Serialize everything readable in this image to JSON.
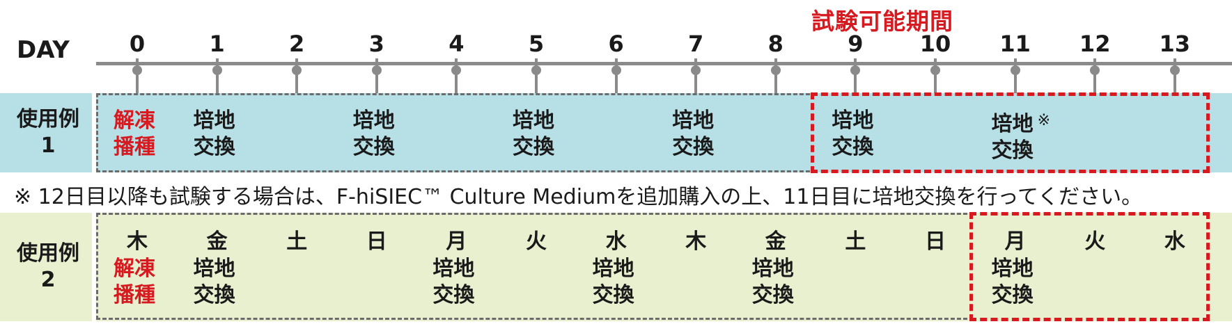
{
  "axis": {
    "label": "DAY",
    "days": [
      "0",
      "1",
      "2",
      "3",
      "4",
      "5",
      "6",
      "7",
      "8",
      "9",
      "10",
      "11",
      "12",
      "13"
    ]
  },
  "period_label": "試験可能期間",
  "example1": {
    "label_line1": "使用例",
    "label_line2": "1",
    "cells": [
      {
        "day": 0,
        "line1": "解凍",
        "line2": "播種",
        "color": "#d71920",
        "star": ""
      },
      {
        "day": 1,
        "line1": "培地",
        "line2": "交換",
        "color": "#1a1a1a",
        "star": ""
      },
      {
        "day": 3,
        "line1": "培地",
        "line2": "交換",
        "color": "#1a1a1a",
        "star": ""
      },
      {
        "day": 5,
        "line1": "培地",
        "line2": "交換",
        "color": "#1a1a1a",
        "star": ""
      },
      {
        "day": 7,
        "line1": "培地",
        "line2": "交換",
        "color": "#1a1a1a",
        "star": ""
      },
      {
        "day": 9,
        "line1": "培地",
        "line2": "交換",
        "color": "#1a1a1a",
        "star": ""
      },
      {
        "day": 11,
        "line1": "培地",
        "line2": "交換",
        "color": "#1a1a1a",
        "star": "※"
      }
    ]
  },
  "note": "※ 12日目以降も試験する場合は、F-hiSIEC™ Culture Mediumを追加購入の上、11日目に培地交換を行ってください。",
  "example2": {
    "label_line1": "使用例",
    "label_line2": "2",
    "weekdays": [
      "木",
      "金",
      "土",
      "日",
      "月",
      "火",
      "水",
      "木",
      "金",
      "土",
      "日",
      "月",
      "火",
      "水"
    ],
    "cells": [
      {
        "day": 0,
        "line1": "解凍",
        "line2": "播種",
        "color": "#d71920"
      },
      {
        "day": 1,
        "line1": "培地",
        "line2": "交換",
        "color": "#1a1a1a"
      },
      {
        "day": 4,
        "line1": "培地",
        "line2": "交換",
        "color": "#1a1a1a"
      },
      {
        "day": 6,
        "line1": "培地",
        "line2": "交換",
        "color": "#1a1a1a"
      },
      {
        "day": 8,
        "line1": "培地",
        "line2": "交換",
        "color": "#1a1a1a"
      },
      {
        "day": 11,
        "line1": "培地",
        "line2": "交換",
        "color": "#1a1a1a"
      }
    ]
  },
  "colors": {
    "accent_red": "#d71920",
    "band1_bg": "#b7dfe6",
    "band2_bg": "#e9f0cf",
    "axis_grey": "#8a8a8a"
  }
}
